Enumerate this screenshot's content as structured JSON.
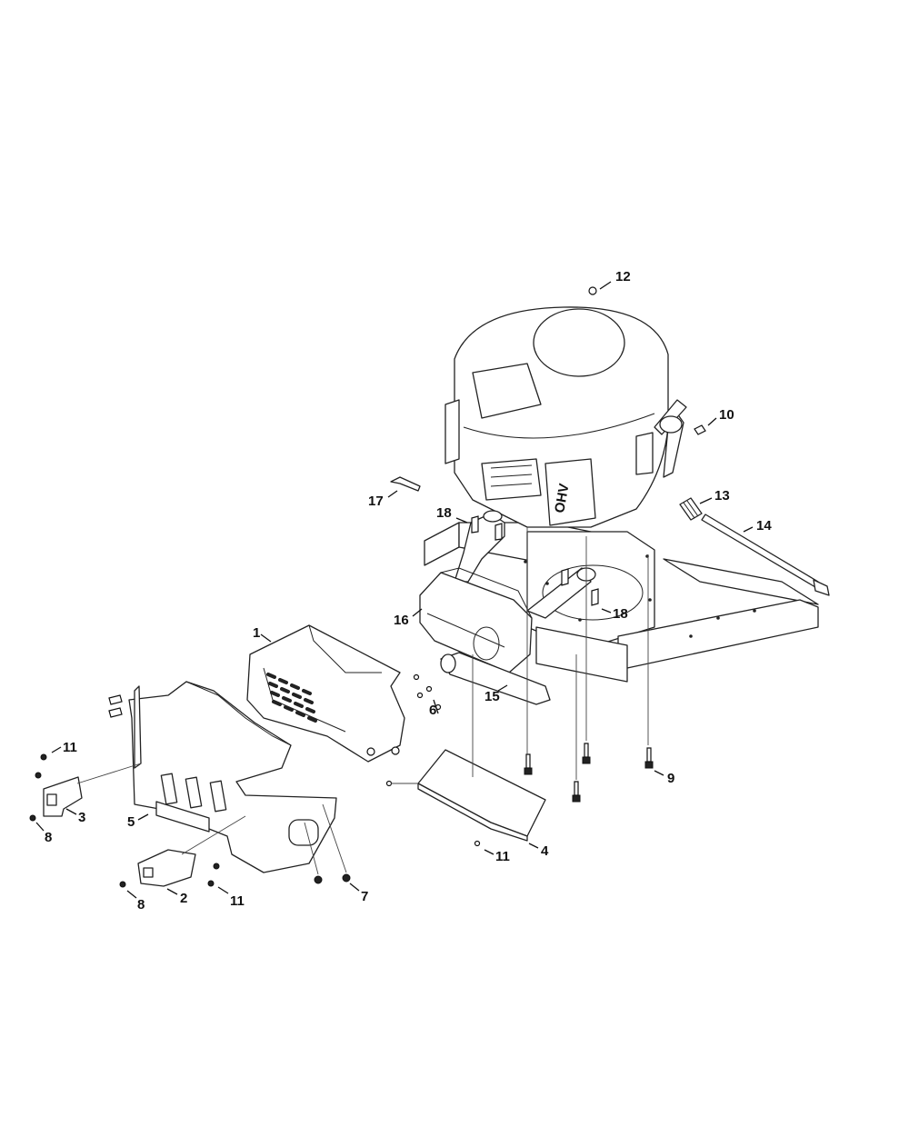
{
  "diagram": {
    "callouts": [
      {
        "id": "c1",
        "label": "1"
      },
      {
        "id": "c2",
        "label": "2"
      },
      {
        "id": "c3",
        "label": "3"
      },
      {
        "id": "c4",
        "label": "4"
      },
      {
        "id": "c5",
        "label": "5"
      },
      {
        "id": "c6",
        "label": "6"
      },
      {
        "id": "c7",
        "label": "7"
      },
      {
        "id": "c8a",
        "label": "8"
      },
      {
        "id": "c8b",
        "label": "8"
      },
      {
        "id": "c9",
        "label": "9"
      },
      {
        "id": "c10",
        "label": "10"
      },
      {
        "id": "c11a",
        "label": "11"
      },
      {
        "id": "c11b",
        "label": "11"
      },
      {
        "id": "c11c",
        "label": "11"
      },
      {
        "id": "c12",
        "label": "12"
      },
      {
        "id": "c13",
        "label": "13"
      },
      {
        "id": "c14",
        "label": "14"
      },
      {
        "id": "c15",
        "label": "15"
      },
      {
        "id": "c16",
        "label": "16"
      },
      {
        "id": "c17",
        "label": "17"
      },
      {
        "id": "c18a",
        "label": "18"
      },
      {
        "id": "c18b",
        "label": "18"
      }
    ],
    "engine_label": "OHV"
  }
}
